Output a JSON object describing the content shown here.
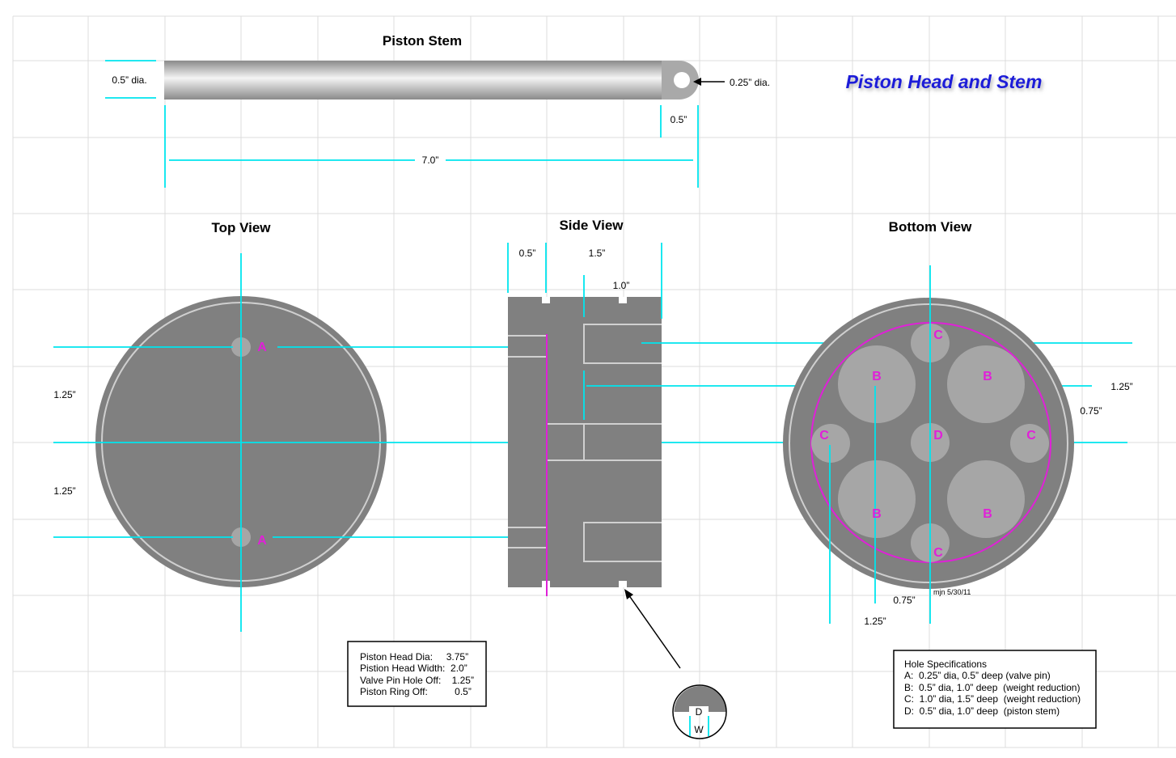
{
  "title": "Piston Head and Stem",
  "stem": {
    "title": "Piston Stem",
    "dia_label": "0.5” dia.",
    "hole_label": "0.25” dia.",
    "end_label": "0.5”",
    "length_label": "7.0”"
  },
  "top_view": {
    "title": "Top View",
    "offset_upper": "1.25”",
    "offset_lower": "1.25”",
    "hole_a1": "A",
    "hole_a2": "A"
  },
  "side_view": {
    "title": "Side View",
    "dim_a": "0.5”",
    "dim_b": "1.5”",
    "dim_c": "1.0”",
    "detail_d": "D",
    "detail_w": "W"
  },
  "bottom_view": {
    "title": "Bottom View",
    "dim_right_a": "1.25”",
    "dim_right_b": "0.75”",
    "dim_bottom_a": "0.75”",
    "dim_bottom_b": "1.25”",
    "author": "mjn 5/30/11",
    "holes": {
      "c_top": "C",
      "b_ul": "B",
      "b_ur": "B",
      "c_left": "C",
      "d_center": "D",
      "c_right": "C",
      "b_ll": "B",
      "b_lr": "B",
      "c_bottom": "C"
    }
  },
  "spec_box": {
    "lines": [
      "Piston Head Dia:     3.75”",
      "Pistion Head Width:  2.0”",
      "Valve Pin Hole Off:    1.25”",
      "Piston Ring Off:          0.5”"
    ]
  },
  "hole_specs": {
    "title": "Hole Specifications",
    "lines": [
      "A:  0.25” dia, 0.5” deep (valve pin)",
      "B:  0.5” dia, 1.0” deep  (weight reduction)",
      "C:  1.0” dia, 1.5” deep  (weight reduction)",
      "D:  0.5” dia, 1.0” deep  (piston stem)"
    ]
  }
}
